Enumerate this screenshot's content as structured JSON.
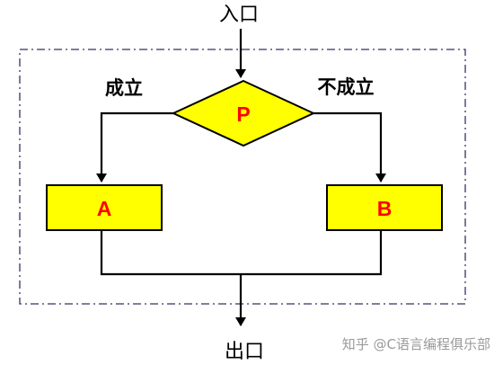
{
  "diagram": {
    "entry_label": "入口",
    "exit_label": "出口",
    "condition": "P",
    "true_label": "成立",
    "false_label": "不成立",
    "block_a": "A",
    "block_b": "B",
    "colors": {
      "fill": "#ffff00",
      "shape_text": "#ff0000",
      "line": "#000000",
      "frame": "#333366"
    }
  },
  "watermark": "知乎 @C语言编程俱乐部"
}
